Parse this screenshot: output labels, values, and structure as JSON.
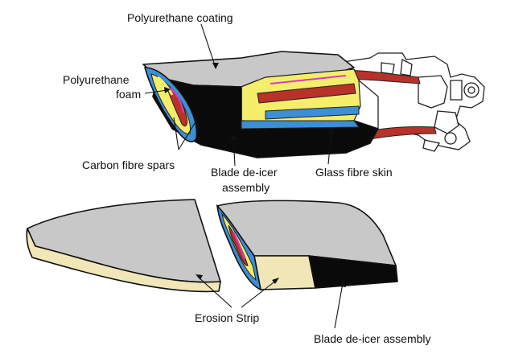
{
  "labels": {
    "polyurethane_coating": "Polyurethane coating",
    "polyurethane_foam_line1": "Polyurethane",
    "polyurethane_foam_line2": "foam",
    "carbon_fibre_spars": "Carbon fibre spars",
    "blade_deicer_line1": "Blade de-icer",
    "blade_deicer_line2": "assembly",
    "glass_fibre_skin": "Glass fibre skin",
    "erosion_strip": "Erosion Strip",
    "blade_deicer_bottom": "Blade de-icer assembly"
  },
  "colors": {
    "coating_grey": "#c8c8c8",
    "deicer_black": "#0a0a0a",
    "erosion_cream": "#f0e6b8",
    "foam_yellow": "#f4ee6a",
    "spar_red": "#b8322a",
    "skin_blue": "#3c8fd6",
    "accent_magenta": "#d63cc8"
  }
}
